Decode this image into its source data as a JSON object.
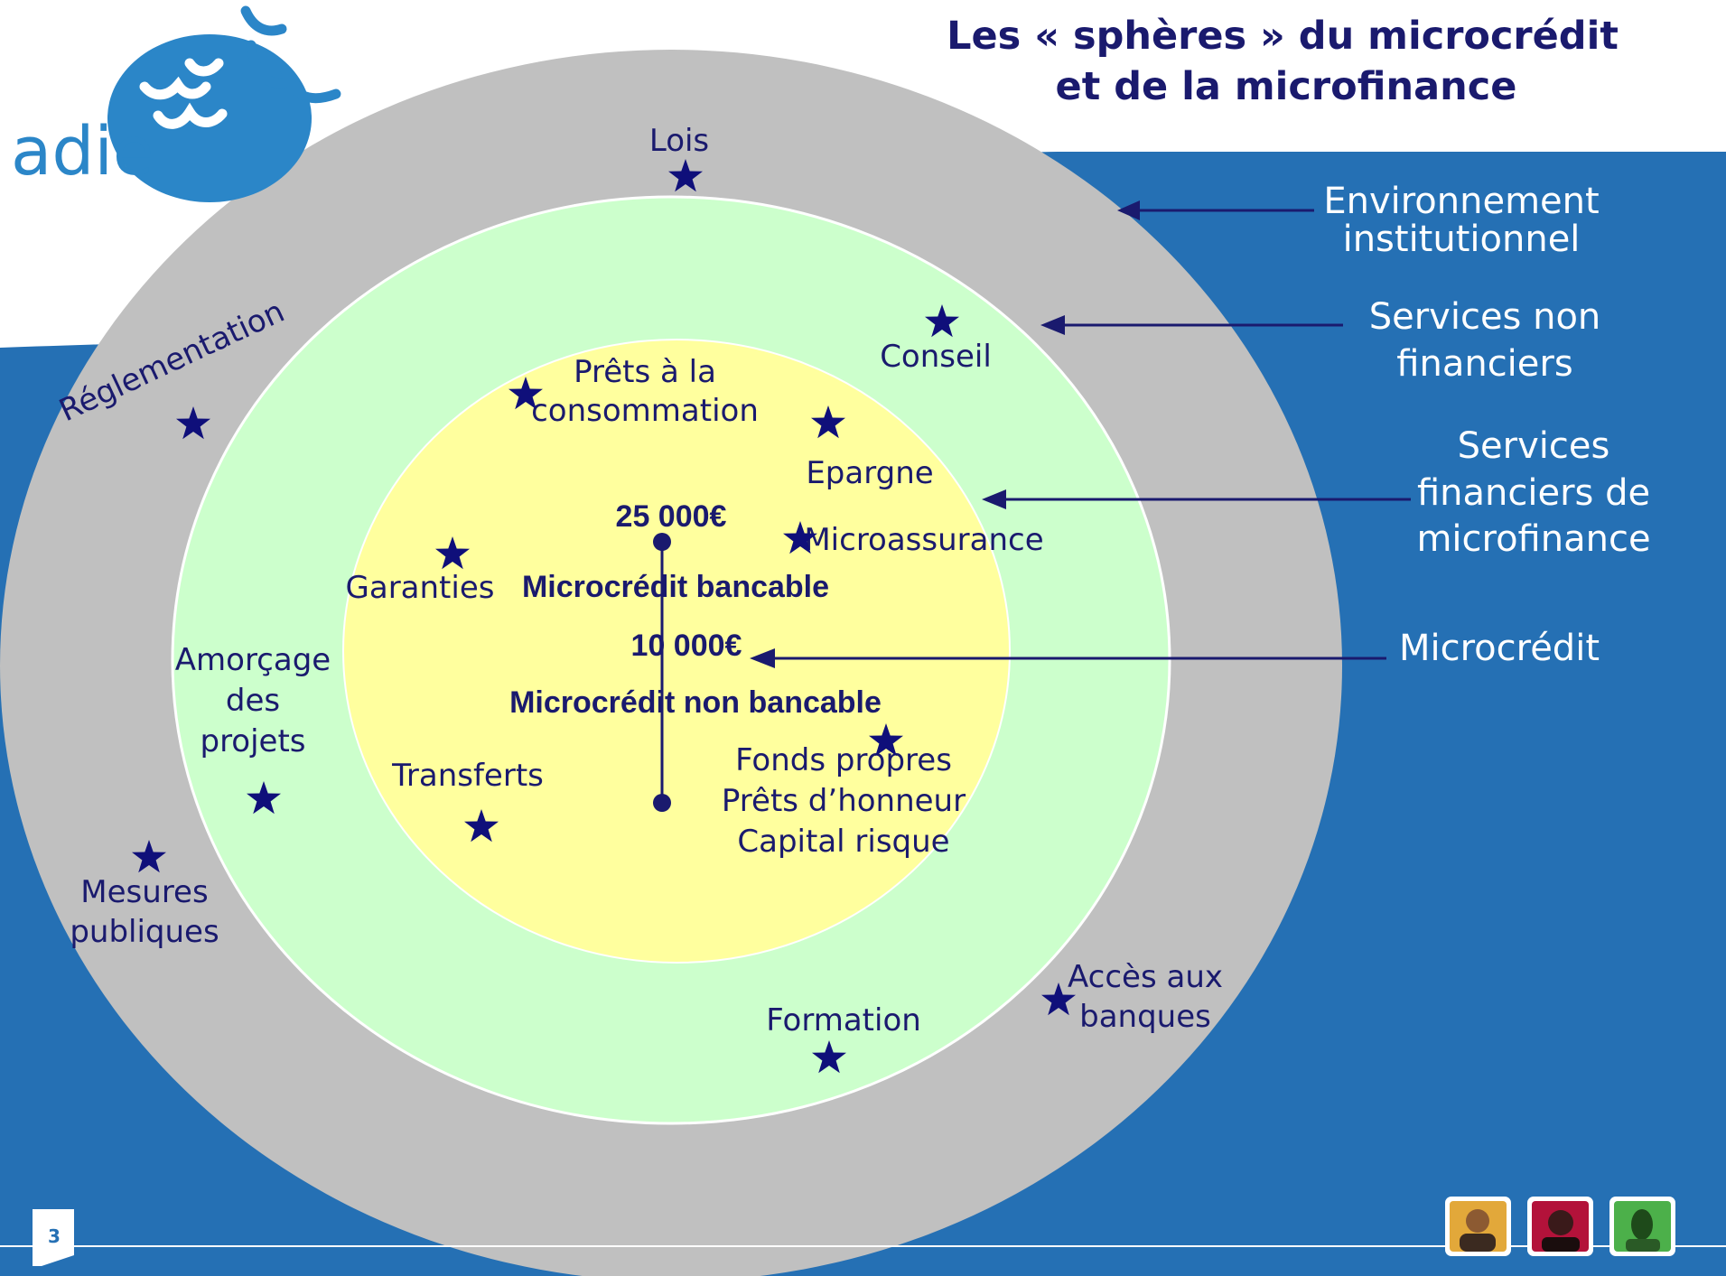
{
  "logo": {
    "text": "adie"
  },
  "title": {
    "line1": "Les « sphères »  du microcrédit",
    "line2": "et de la microfinance"
  },
  "spheres": [
    {
      "lines": [
        "Environnement",
        "institutionnel"
      ],
      "fill": "#c0c0c0"
    },
    {
      "lines": [
        "Services non",
        "financiers"
      ],
      "fill": "#ccffcc"
    },
    {
      "lines": [
        "Services",
        "financiers de",
        "microfinance"
      ],
      "fill": "#ffff9e"
    },
    {
      "lines": [
        "Microcrédit"
      ]
    }
  ],
  "institutional_items": [
    "Lois",
    "Réglementation",
    "Mesures",
    "publiques",
    "Accès aux",
    "banques"
  ],
  "non_financial_items": [
    "Conseil",
    "Amorçage",
    "des",
    "projets",
    "Formation"
  ],
  "financial_items": [
    "Prêts à la",
    "consommation",
    "Epargne",
    "Microassurance",
    "Garanties",
    "Transferts",
    "Fonds propres",
    "Prêts d’honneur",
    "Capital risque"
  ],
  "microcredit": {
    "upper_amount": "25 000€",
    "upper_label": "Microcrédit bancable",
    "lower_amount": "10 000€",
    "lower_label": "Microcrédit non bancable"
  },
  "page_number": "3",
  "colors": {
    "background_blue": "#2570b4",
    "text_navy": "#1a1a6e",
    "star": "#0f0f7a",
    "logo_blue": "#2b86c8"
  },
  "footer_icons": [
    "person-photo-icon",
    "person-photo-icon",
    "person-photo-icon"
  ]
}
